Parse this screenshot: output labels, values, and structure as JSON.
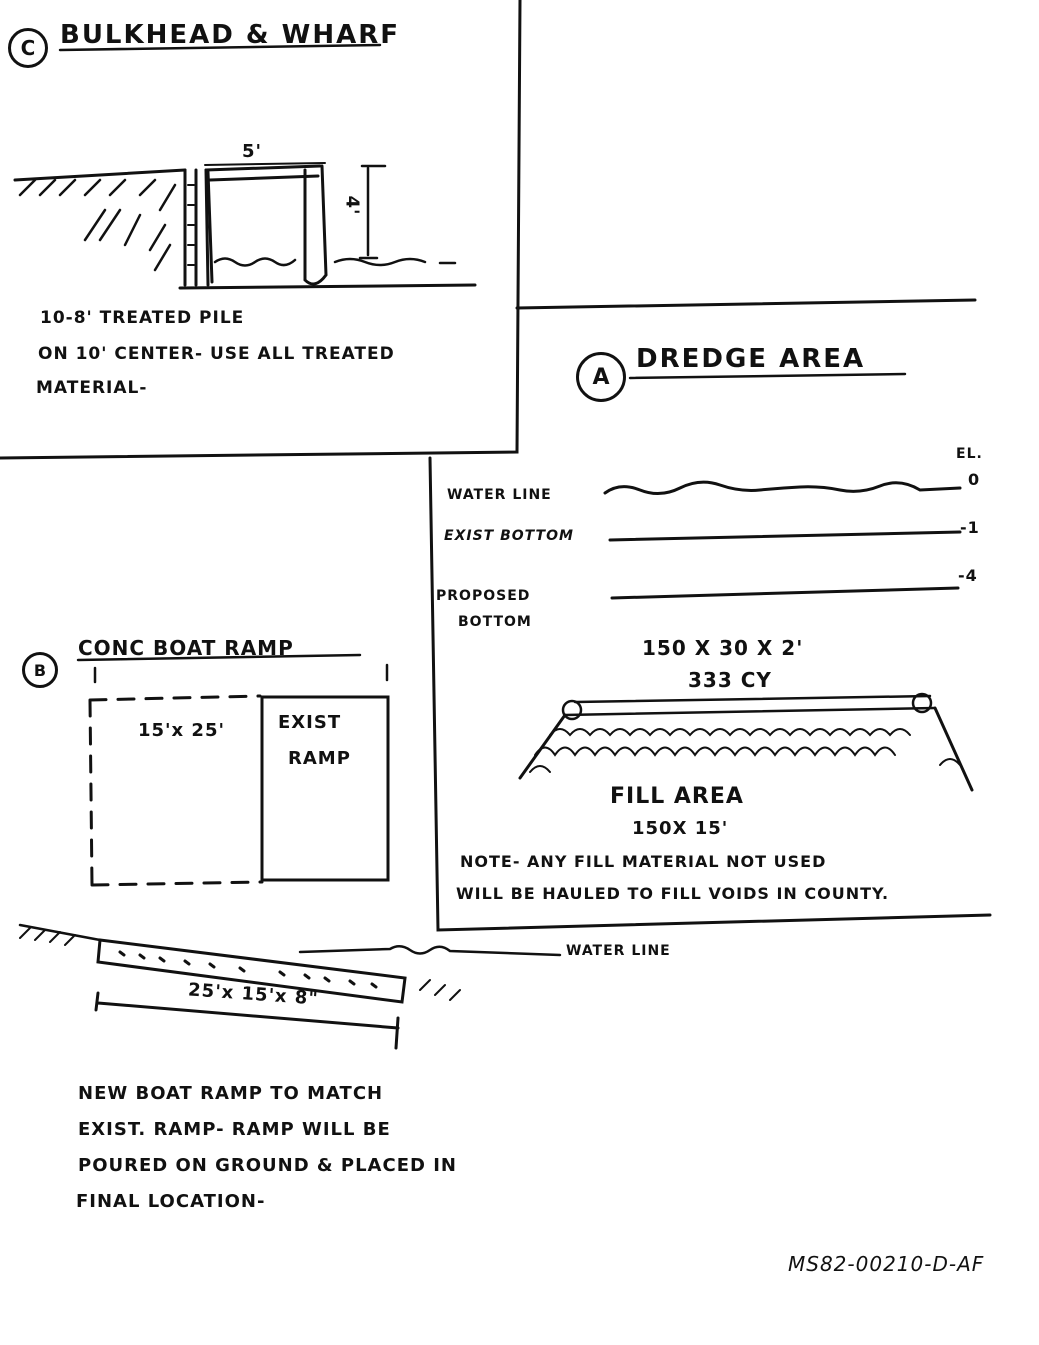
{
  "section_c": {
    "marker": "C",
    "title": "BULKHEAD & WHARF",
    "width_dim": "5'",
    "height_dim": "4'",
    "note_line1": "10-8' TREATED PILE",
    "note_line2": "ON 10' CENTER- USE ALL TREATED",
    "note_line3": "MATERIAL-"
  },
  "section_a": {
    "marker": "A",
    "title": "DREDGE AREA",
    "el_label": "EL.",
    "water_line_label": "WATER LINE",
    "water_line_el": "0",
    "exist_bottom_label": "EXIST BOTTOM",
    "exist_bottom_el": "-1",
    "proposed_bottom_label_1": "PROPOSED",
    "proposed_bottom_label_2": "BOTTOM",
    "proposed_bottom_el": "-4",
    "dimensions": "150 X 30 X 2'",
    "volume": "333 CY",
    "fill_label": "FILL AREA",
    "fill_dims": "150X 15'",
    "note_line1": "NOTE- ANY FILL MATERIAL NOT USED",
    "note_line2": "WILL BE HAULED TO FILL VOIDS IN COUNTY."
  },
  "section_b": {
    "marker": "B",
    "title": "CONC BOAT RAMP",
    "new_ramp_dims": "15'x 25'",
    "exist_ramp_line1": "EXIST",
    "exist_ramp_line2": "RAMP",
    "water_line_label": "WATER LINE",
    "slab_dims": "25'x 15'x 8\"",
    "note_line1": "NEW BOAT RAMP TO MATCH",
    "note_line2": "EXIST. RAMP- RAMP WILL BE",
    "note_line3": "POURED ON GROUND & PLACED IN",
    "note_line4": "FINAL LOCATION-"
  },
  "footer": {
    "doc_id": "MS82-00210-D-AF"
  }
}
